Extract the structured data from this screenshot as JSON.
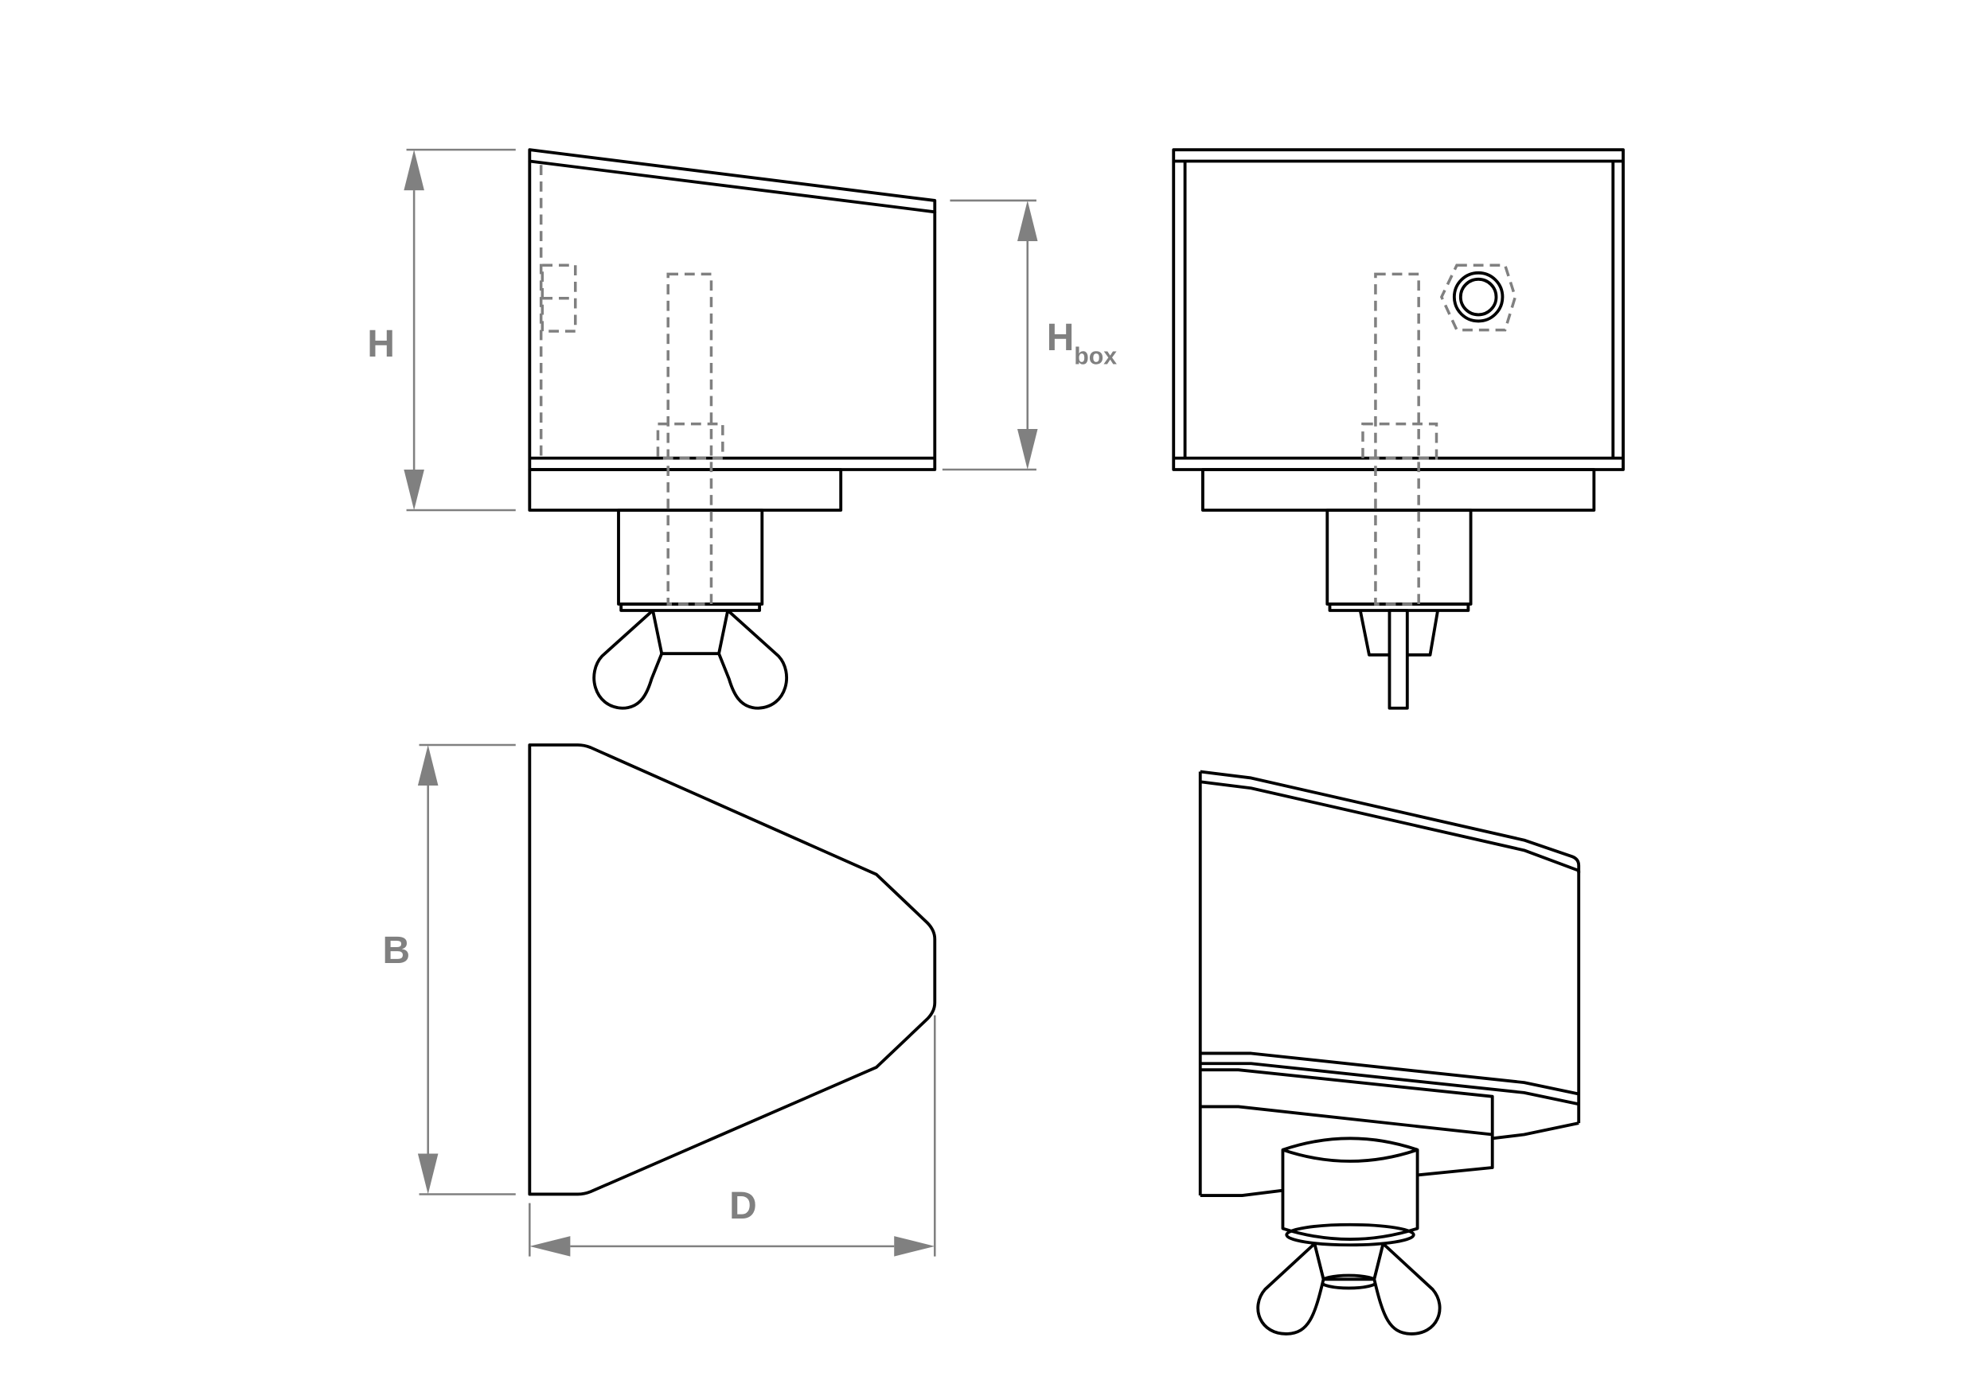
{
  "dimensions": {
    "height": "H",
    "box_height_main": "H",
    "box_height_sub": "box",
    "width": "B",
    "depth": "D"
  },
  "colors": {
    "line": "#000000",
    "dimension": "#808080"
  }
}
